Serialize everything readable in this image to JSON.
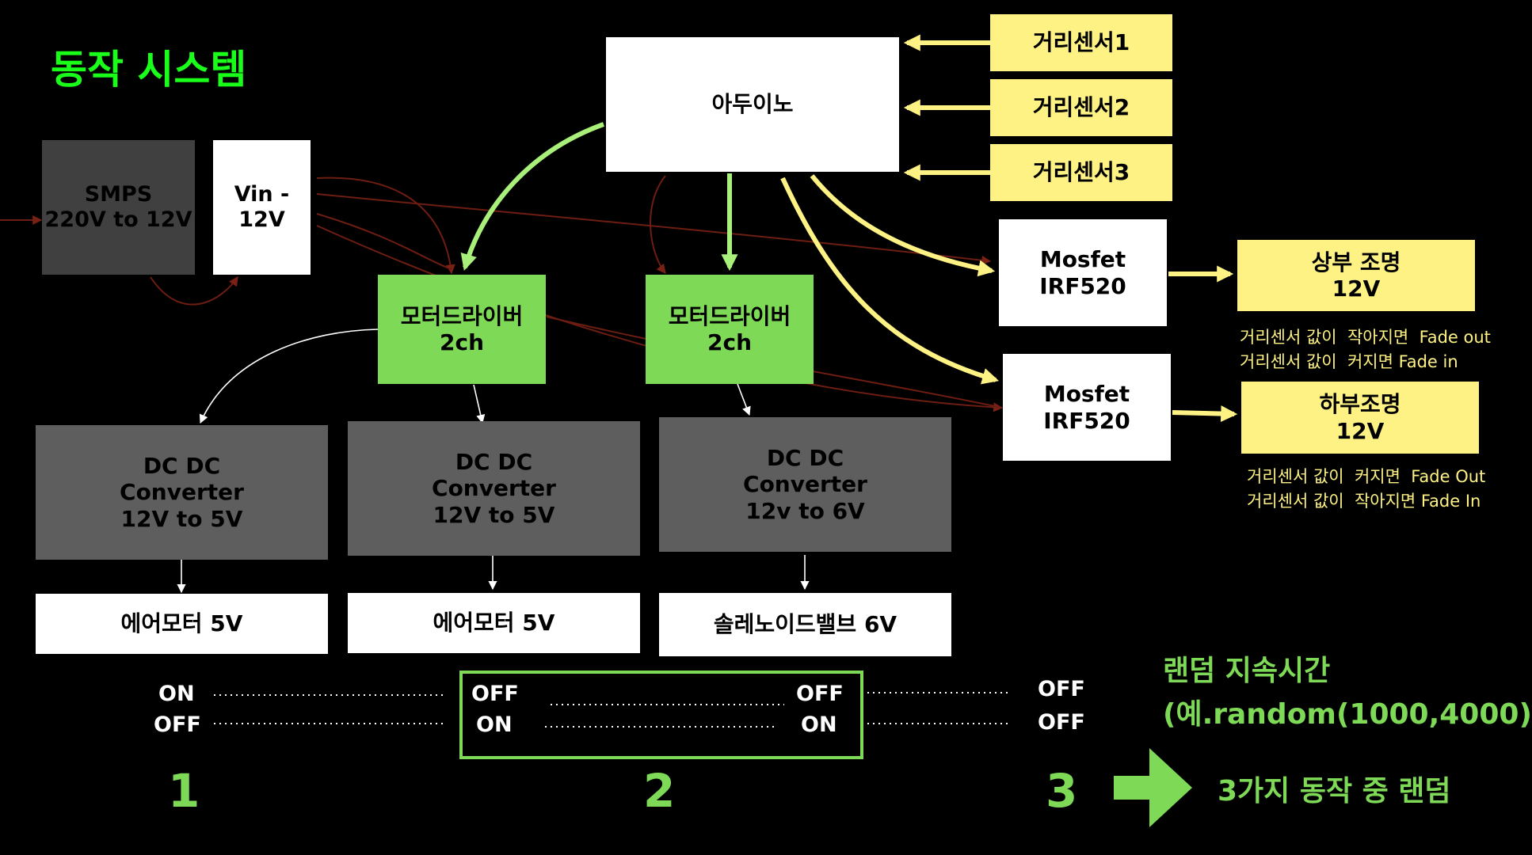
{
  "title": "동작 시스템",
  "power": {
    "smps": "SMPS\n220V to 12V",
    "vin": "Vin - 12V"
  },
  "controller": "아두이노",
  "sensors": [
    "거리센서1",
    "거리센서2",
    "거리센서3"
  ],
  "mosfets": [
    "Mosfet\nIRF520",
    "Mosfet\nIRF520"
  ],
  "lights": [
    "상부 조명\n12V",
    "하부조명\n12V"
  ],
  "light_notes": [
    "거리센서 값이  작아지면  Fade out\n거리센서 값이  커지면 Fade in",
    "거리센서 값이  커지면  Fade Out\n거리센서 값이  작아지면 Fade In"
  ],
  "motor_drivers": [
    "모터드라이버\n2ch",
    "모터드라이버\n2ch"
  ],
  "converters": [
    "DC DC\nConverter\n12V to 5V",
    "DC DC\nConverter\n12V to 5V",
    "DC DC\nConverter\n12v to 6V"
  ],
  "loads": [
    "에어모터 5V",
    "에어모터 5V",
    "솔레노이드밸브 6V"
  ],
  "states": {
    "col1": [
      "ON",
      "OFF"
    ],
    "col2_left": [
      "OFF",
      "ON"
    ],
    "col2_right": [
      "OFF",
      "ON"
    ],
    "col3": [
      "OFF",
      "OFF"
    ]
  },
  "step_numbers": [
    "1",
    "2",
    "3"
  ],
  "random_title": "랜덤 지속시간\n(예.random(1000,4000)",
  "random_result": "3가지 동작 중 랜덤",
  "colors": {
    "green": "#7ed957",
    "yellow": "#fdf283",
    "bright_green": "#1aff1a",
    "dark_red": "#7a2014"
  }
}
